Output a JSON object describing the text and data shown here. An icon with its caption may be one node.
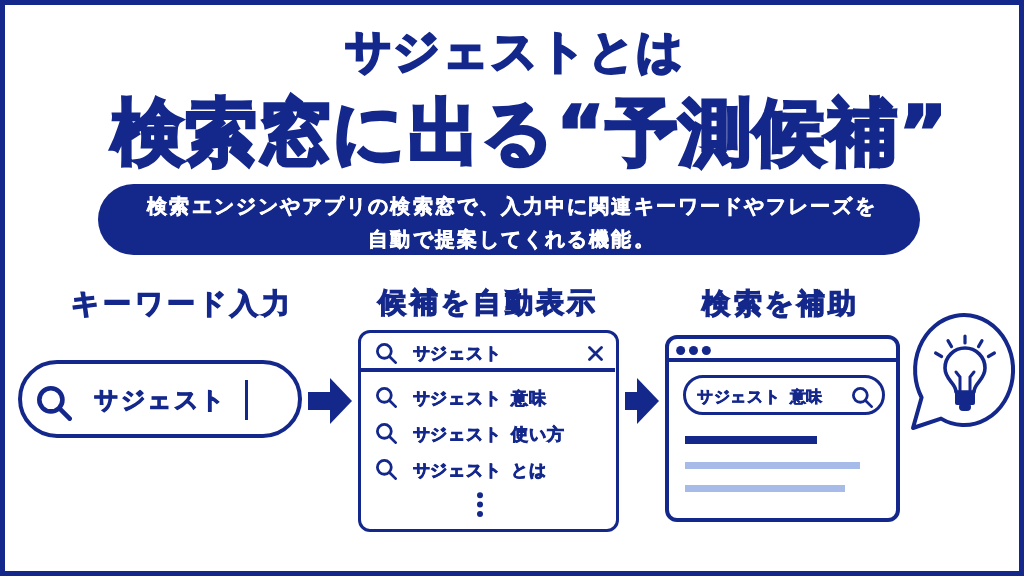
{
  "diagram": {
    "title": "サジェストとは",
    "nodes": [
      {
        "text": [
          "検索エンジンやアプリの検索窓で、入力中に関連キーワードやフレーズを自動で提案してくれる機能。"
        ]
      },
      {
        "text": [
          "キーワード入力",
          "サジェスト"
        ]
      },
      {
        "text": [
          "候補を自動表示",
          "サジェスト",
          "サジェスト 意味",
          "サジェスト 使い方",
          "サジェスト とは"
        ]
      },
      {
        "text": [
          "検索を補助"
        ]
      },
      {
        "text": [
          "サジェスト 意味"
        ],
        "in": 3
      }
    ],
    "edges": [
      {
        "from": 1,
        "to": 2,
        "arrow": "to"
      },
      {
        "from": 2,
        "to": 3,
        "arrow": "to"
      }
    ],
    "labels": [
      "検索窓に出る“予測候補”"
    ]
  }
}
